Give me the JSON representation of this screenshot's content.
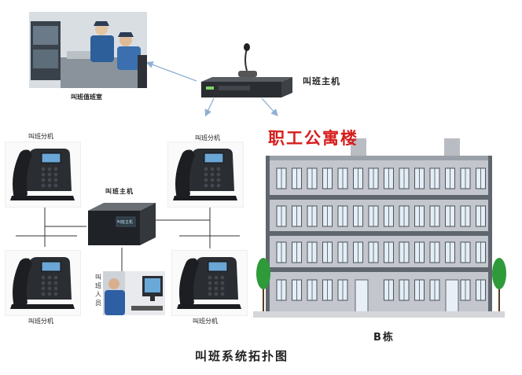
{
  "title": "叫班系统拓扑图",
  "duty_room": {
    "label": "叫班值班室"
  },
  "main_host": {
    "label": "叫班主机"
  },
  "center_host": {
    "label": "叫班主机",
    "panel_text": "叫班主机"
  },
  "extensions": {
    "top_left": "叫班分机",
    "top_right": "叫班分机",
    "bottom_left": "叫班分机",
    "bottom_right": "叫班分机"
  },
  "operator": {
    "label": "叫班人员"
  },
  "building": {
    "sign": "职工公寓楼",
    "name": "B栋"
  },
  "colors": {
    "sign_red": "#d61c1c",
    "building_gray": "#c3c6cc",
    "window_blue": "#e4eef7",
    "tree_green": "#2f9a3a",
    "arrow_blue": "#8fb0d0"
  }
}
